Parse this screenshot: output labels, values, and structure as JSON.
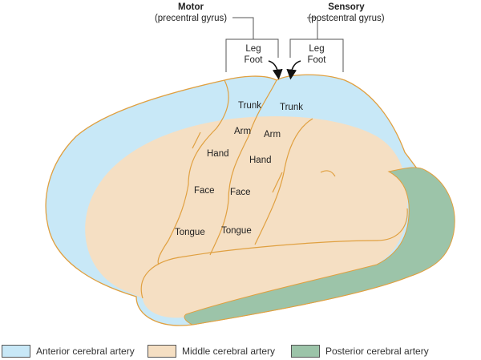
{
  "header": {
    "motor_title": "Motor",
    "motor_sub": "(precentral gyrus)",
    "sensory_title": "Sensory",
    "sensory_sub": "(postcentral gyrus)",
    "motor_box": [
      "Leg",
      "Foot"
    ],
    "sensory_box": [
      "Leg",
      "Foot"
    ]
  },
  "regions": {
    "motor": [
      "Trunk",
      "Arm",
      "Hand",
      "Face",
      "Tongue"
    ],
    "sensory": [
      "Trunk",
      "Arm",
      "Hand",
      "Face",
      "Tongue"
    ]
  },
  "legend": [
    {
      "label": "Anterior cerebral artery",
      "color": "#c8e8f7"
    },
    {
      "label": "Middle cerebral artery",
      "color": "#f5dfc3"
    },
    {
      "label": "Posterior cerebral artery",
      "color": "#9cc4a9"
    }
  ],
  "colors": {
    "outline": "#e0a040"
  }
}
